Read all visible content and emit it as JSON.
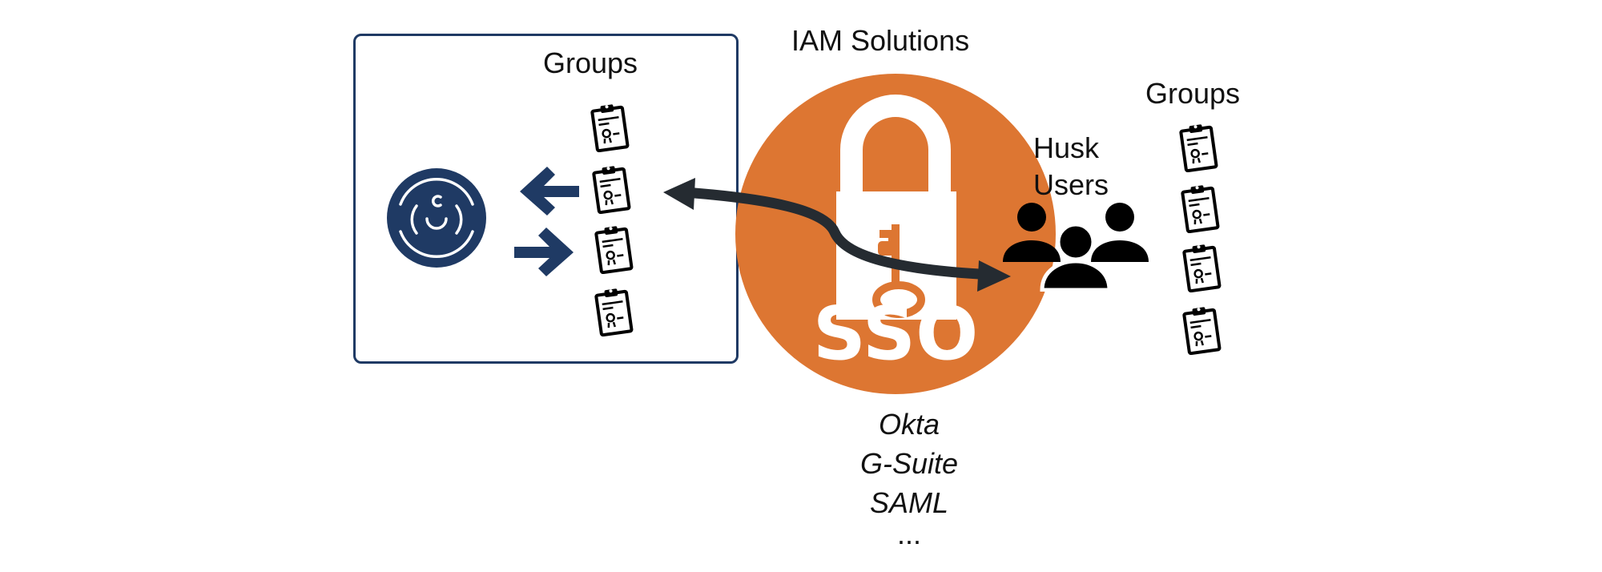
{
  "left_panel": {
    "groups_label": "Groups",
    "app_logo": "circular-c-logo-icon",
    "arrows": [
      "arrow-left-icon",
      "arrow-right-icon"
    ],
    "group_icons": [
      "clipboard-certificate-icon",
      "clipboard-certificate-icon",
      "clipboard-certificate-icon",
      "clipboard-certificate-icon"
    ]
  },
  "center": {
    "title": "IAM Solutions",
    "sso_text": "SSO",
    "lock_icon": "padlock-key-icon",
    "idp_list": [
      "Okta",
      "G-Suite",
      "SAML",
      "..."
    ]
  },
  "right_panel": {
    "users_label_line1": "Husk",
    "users_label_line2": "Users",
    "users_icon": "users-group-icon",
    "groups_label": "Groups",
    "group_icons": [
      "clipboard-certificate-icon",
      "clipboard-certificate-icon",
      "clipboard-certificate-icon",
      "clipboard-certificate-icon"
    ]
  },
  "connector": {
    "type": "bidirectional-curved-arrow"
  },
  "colors": {
    "navy": "#1f3a64",
    "orange": "#dd7632",
    "arrow_dark": "#252b31",
    "black": "#000000",
    "white": "#ffffff"
  }
}
